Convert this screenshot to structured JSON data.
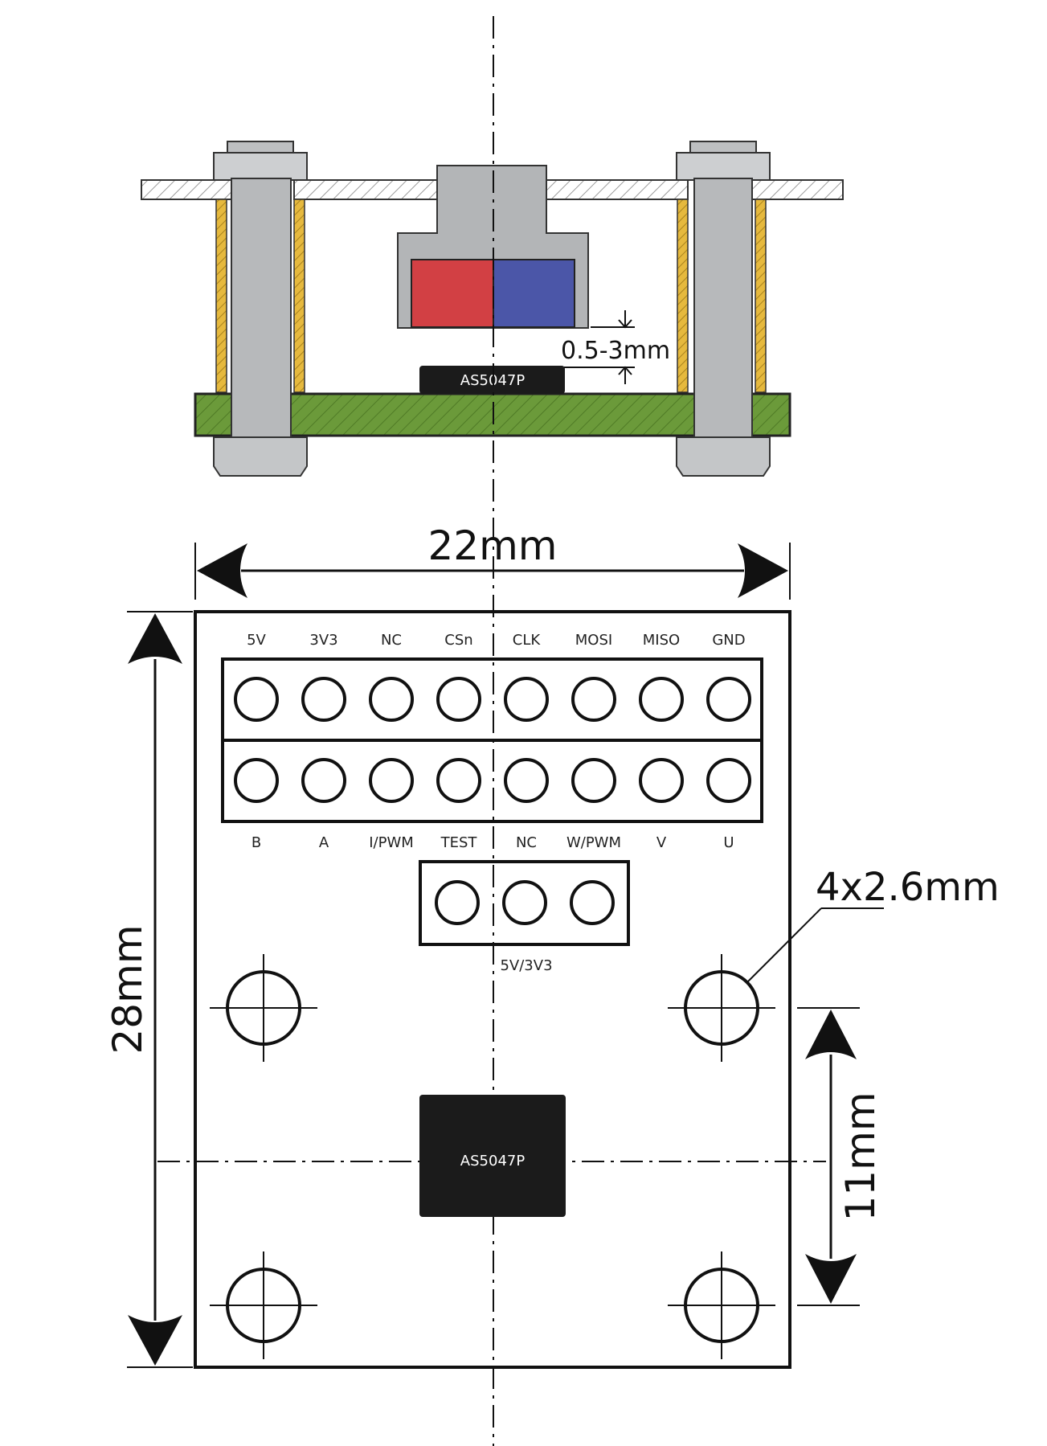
{
  "side_view": {
    "chip_label": "AS5047P",
    "gap_label": "0.5-3mm"
  },
  "top_view": {
    "width_label": "22mm",
    "height_label": "28mm",
    "offset_label": "11mm",
    "hole_label": "4x2.6mm",
    "chip_label": "AS5047P",
    "top_row_pins": [
      "5V",
      "3V3",
      "NC",
      "CSn",
      "CLK",
      "MOSI",
      "MISO",
      "GND"
    ],
    "bottom_row_pins": [
      "B",
      "A",
      "I/PWM",
      "TEST",
      "NC",
      "W/PWM",
      "V",
      "U"
    ],
    "jumper_label": "5V/3V3"
  },
  "colors": {
    "magnet_north": "#d24044",
    "magnet_south": "#4b56a8",
    "pcb": "#6b9a3a",
    "spacer": "#e6b93e",
    "screw": "#b7b9bb",
    "chip": "#1b1b1b"
  }
}
